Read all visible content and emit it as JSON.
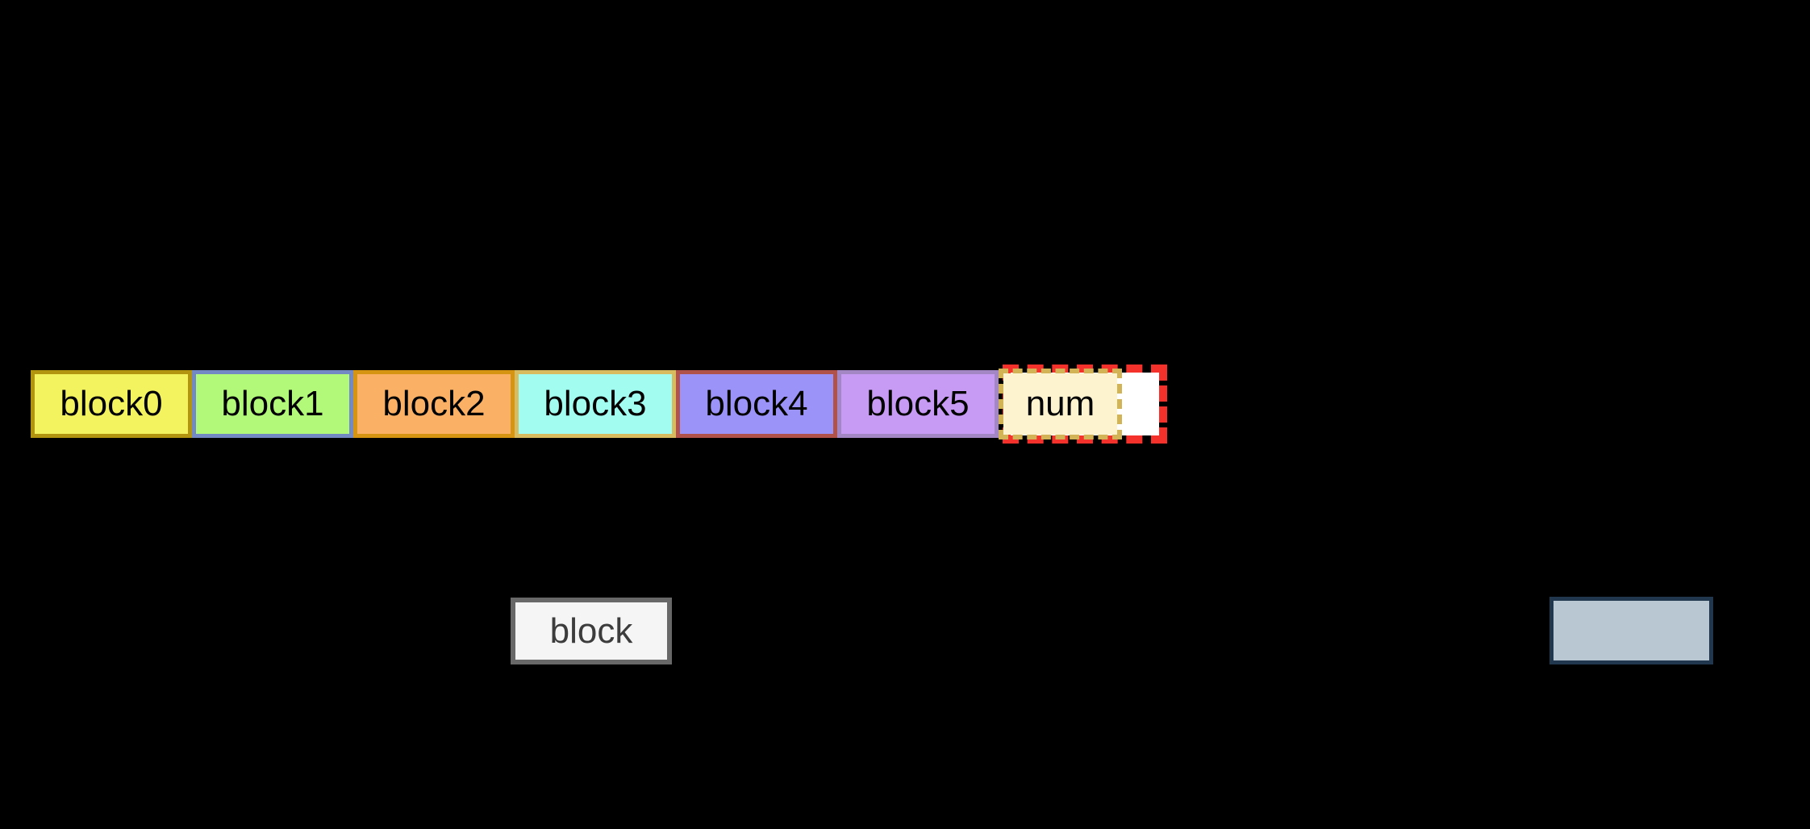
{
  "figure": {
    "background": "#000000",
    "block_text_color": "#000000",
    "blocks": [
      {
        "label": "block0",
        "fill": "#f2f35f",
        "border": "#b29410"
      },
      {
        "label": "block1",
        "fill": "#b2f97a",
        "border": "#7289c4"
      },
      {
        "label": "block2",
        "fill": "#fbb165",
        "border": "#d69413"
      },
      {
        "label": "block3",
        "fill": "#a2fcf0",
        "border": "#d8bb5e"
      },
      {
        "label": "block4",
        "fill": "#9c93f8",
        "border": "#b1524a"
      },
      {
        "label": "block5",
        "fill": "#c79af4",
        "border": "#a287c4"
      }
    ],
    "num_block": {
      "label": "num",
      "fill": "#fdf3cf",
      "border": "#d2b355",
      "text_color": "#000000"
    },
    "highlight_rect": {
      "fill": "#ffffff",
      "border": "#f5312b"
    },
    "legend_block": {
      "label": "block",
      "fill": "#f5f5f5",
      "border": "#686868",
      "text_color": "#3c3c3c"
    },
    "swatch_box": {
      "fill": "#b9c7d3",
      "border": "#20374e"
    }
  }
}
